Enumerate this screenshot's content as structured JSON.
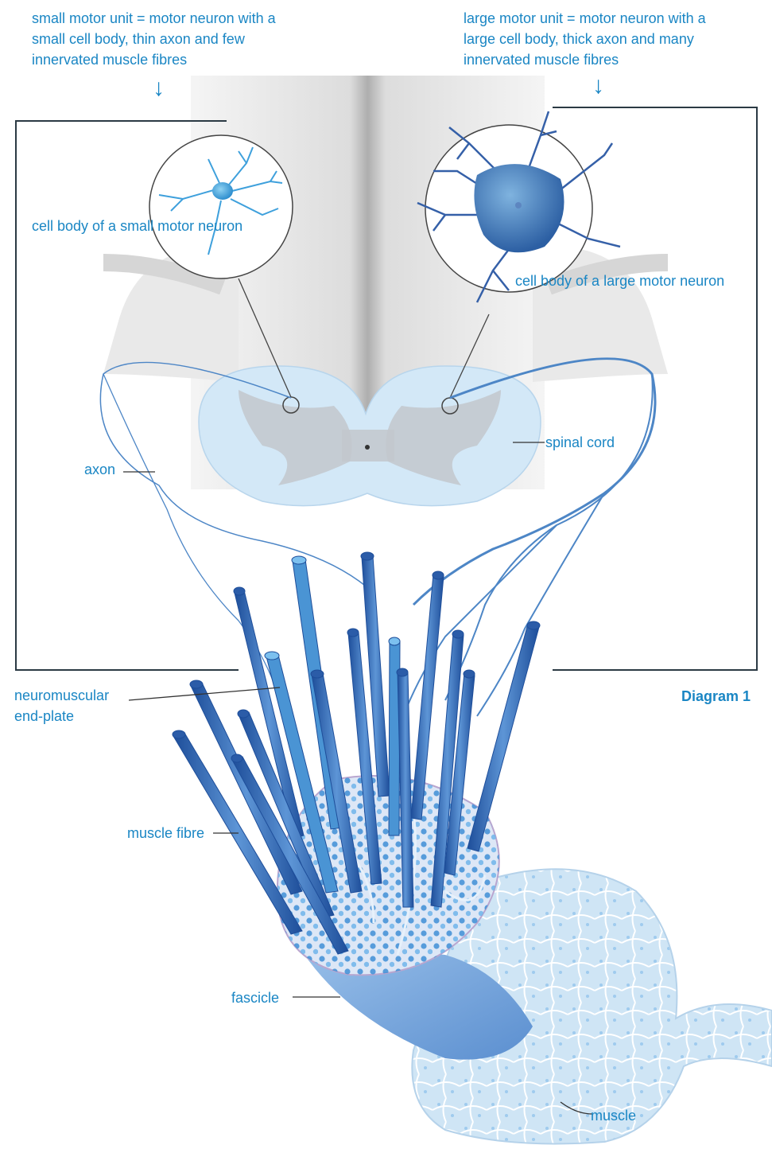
{
  "captions": {
    "small_unit": "small motor unit = motor neuron with a\nsmall cell body, thin axon and few\ninnervated muscle fibres",
    "large_unit": "large motor unit = motor neuron with a\nlarge cell body, thick axon and many\ninnervated muscle fibres"
  },
  "labels": {
    "small_cell_body": "cell body of a small motor neuron",
    "large_cell_body": "cell body of a large motor neuron",
    "spinal_cord": "spinal cord",
    "axon": "axon",
    "end_plate": "neuromuscular\nend-plate",
    "muscle_fibre": "muscle fibre",
    "fascicle": "fascicle",
    "muscle": "muscle"
  },
  "diagram_title": "Diagram 1",
  "icons": {
    "down_arrow": "down-arrow-icon"
  },
  "colors": {
    "label": "#1a86c4",
    "frame": "#2b3a44",
    "tissue": "#cfe5f5",
    "fibre": "#2d68b8"
  }
}
